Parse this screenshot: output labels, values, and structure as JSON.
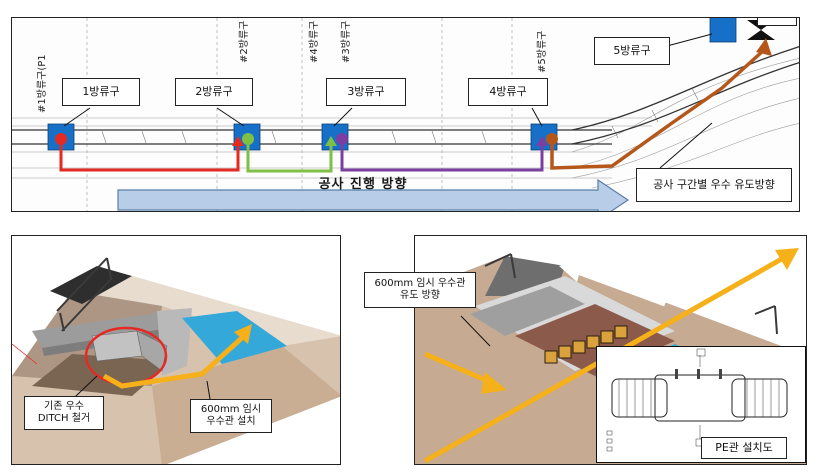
{
  "top_plan": {
    "stations": [
      {
        "id": "1",
        "label": "1방류구",
        "color": "#e52a24"
      },
      {
        "id": "2",
        "label": "2방류구",
        "color": "#7ec045"
      },
      {
        "id": "3",
        "label": "3방류구",
        "color": "#7a3fa0"
      },
      {
        "id": "4",
        "label": "4방류구",
        "color": "#b5561a"
      },
      {
        "id": "5",
        "label": "5방류구",
        "color": "#b5561a"
      }
    ],
    "vertical_labels": [
      "#1방류구(P1",
      "#2방류구",
      "#3방류구",
      "#4방류구",
      "#5방류구"
    ],
    "route_note": "공사 구간별 우수 유도방향",
    "progress_label": "공사 진행 방향",
    "colors": {
      "marker": "#1770c8",
      "progress_arrow": "#b7cde8",
      "route_orange": "#b5561a"
    }
  },
  "bottom_left": {
    "callout_existing": "기존 우수\nDITCH 철거",
    "callout_install": "600mm 임시\n우수관 설치"
  },
  "bottom_right": {
    "callout_direction": "600mm 임시 우수관\n유도 방향",
    "inset_caption": "PE관 설치도"
  }
}
